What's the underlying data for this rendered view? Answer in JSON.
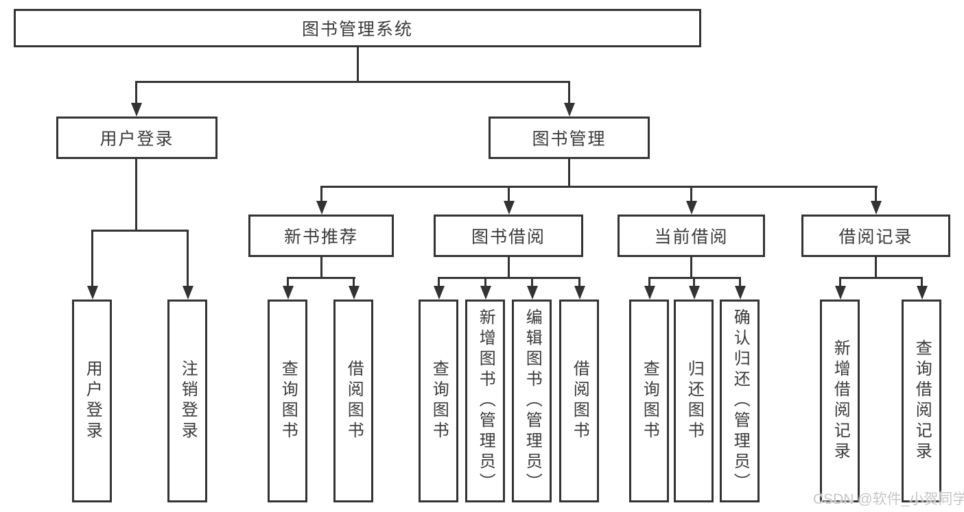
{
  "diagram": {
    "type": "hierarchy-flowchart",
    "colors": {
      "line": "#333333",
      "text": "#3a3a3a",
      "background": "#ffffff",
      "watermark": "#c6c6c6"
    },
    "tree": {
      "root": {
        "label": "图书管理系统"
      },
      "branches": [
        {
          "label": "用户登录",
          "children": [
            {
              "label": "用户登录"
            },
            {
              "label": "注销登录"
            }
          ]
        },
        {
          "label": "图书管理",
          "groups": [
            {
              "label": "新书推荐",
              "children": [
                {
                  "label": "查询图书"
                },
                {
                  "label": "借阅图书"
                }
              ]
            },
            {
              "label": "图书借阅",
              "children": [
                {
                  "label": "查询图书"
                },
                {
                  "label": "新增图书（管理员）"
                },
                {
                  "label": "编辑图书（管理员）"
                },
                {
                  "label": "借阅图书"
                }
              ]
            },
            {
              "label": "当前借阅",
              "children": [
                {
                  "label": "查询图书"
                },
                {
                  "label": "归还图书"
                },
                {
                  "label": "确认归还（管理员）"
                }
              ]
            },
            {
              "label": "借阅记录",
              "children": [
                {
                  "label": "新增借阅记录"
                },
                {
                  "label": "查询借阅记录"
                }
              ]
            }
          ]
        }
      ]
    },
    "watermark": "CSDN @软件_小贺同学"
  }
}
